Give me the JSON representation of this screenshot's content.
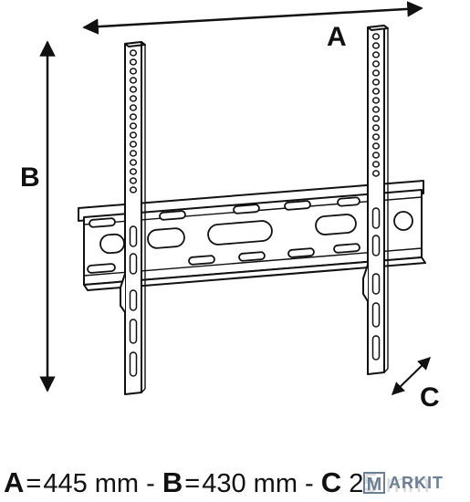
{
  "dimension_labels": {
    "a": "A",
    "b": "B",
    "c": "C"
  },
  "caption": {
    "a_key": "A",
    "a_eq": "=",
    "a_value": "445 mm",
    "sep1": "-",
    "b_key": "B",
    "b_eq": "=",
    "b_value": "430 mm",
    "sep2": "-",
    "c_key": "C",
    "c_value": "25 mm"
  },
  "watermark": {
    "letter": "M",
    "text": "ARKIT"
  },
  "icons": [
    "dimension-arrow-a-icon",
    "dimension-arrow-b-icon",
    "dimension-arrow-c-icon",
    "wall-mount-bracket-icon"
  ],
  "colors": {
    "line": "#111111",
    "fill": "#ffffff",
    "watermark": "#6d7f94"
  }
}
